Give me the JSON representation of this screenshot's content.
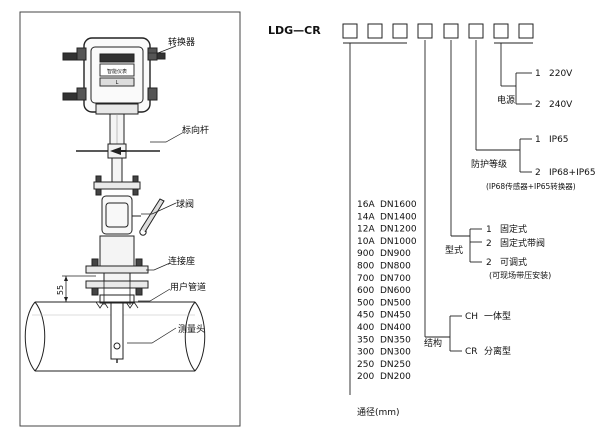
{
  "model": {
    "code": "LDG—CR",
    "box_count": 8
  },
  "left_labels": {
    "converter": "转换器",
    "arrow_rod": "标向杆",
    "ball_valve": "球阀",
    "connector": "连接座",
    "user_pipe": "用户管道",
    "probe": "测量头",
    "dimension": "55",
    "plate_text": "智能仪表",
    "badge_text": "L"
  },
  "power": {
    "title": "电源",
    "options": [
      {
        "code": "1",
        "text": "220V"
      },
      {
        "code": "2",
        "text": "240V"
      }
    ]
  },
  "protection": {
    "title": "防护等级",
    "options": [
      {
        "code": "1",
        "text": "IP65"
      },
      {
        "code": "2",
        "text": "IP68+IP65"
      }
    ],
    "note": "(IP68传感器+IP65转换器)"
  },
  "mounting": {
    "title": "型式",
    "options": [
      {
        "code": "1",
        "text": "固定式"
      },
      {
        "code": "2",
        "text": "固定式带阀"
      },
      {
        "code": "2",
        "text": "可调式"
      }
    ],
    "note": "(可现场带压安装)"
  },
  "structure": {
    "title": "结构",
    "options": [
      {
        "code": "CH",
        "text": "一体型"
      },
      {
        "code": "CR",
        "text": "分离型"
      }
    ]
  },
  "diameter": {
    "title": "通径(mm)",
    "rows": [
      {
        "code": "16A",
        "dn": "DN1600"
      },
      {
        "code": "14A",
        "dn": "DN1400"
      },
      {
        "code": "12A",
        "dn": "DN1200"
      },
      {
        "code": "10A",
        "dn": "DN1000"
      },
      {
        "code": "900",
        "dn": "DN900"
      },
      {
        "code": "800",
        "dn": "DN800"
      },
      {
        "code": "700",
        "dn": "DN700"
      },
      {
        "code": "600",
        "dn": "DN600"
      },
      {
        "code": "500",
        "dn": "DN500"
      },
      {
        "code": "450",
        "dn": "DN450"
      },
      {
        "code": "400",
        "dn": "DN400"
      },
      {
        "code": "350",
        "dn": "DN350"
      },
      {
        "code": "300",
        "dn": "DN300"
      },
      {
        "code": "250",
        "dn": "DN250"
      },
      {
        "code": "200",
        "dn": "DN200"
      }
    ]
  }
}
